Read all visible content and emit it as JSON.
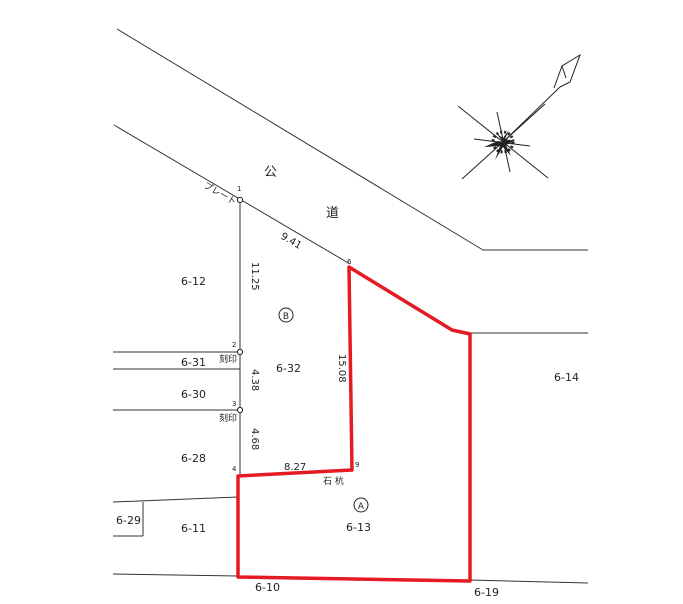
{
  "road": {
    "char1": "公",
    "char2": "道"
  },
  "markers": {
    "plate": "プレート",
    "stake": "石 杭",
    "seal2": "刻印",
    "seal3": "刻印"
  },
  "dimensions": {
    "d_9_41": "9.41",
    "d_11_25": "11.25",
    "d_4_38": "4.38",
    "d_4_68": "4.68",
    "d_15_08": "15.08",
    "d_8_27": "8.27"
  },
  "points": {
    "p1": "1",
    "p2": "2",
    "p3": "3",
    "p4": "4",
    "p6": "6",
    "p9": "9"
  },
  "parcels": {
    "p6_12": "6-12",
    "p6_31": "6-31",
    "p6_30": "6-30",
    "p6_28": "6-28",
    "p6_29": "6-29",
    "p6_11": "6-11",
    "p6_10": "6-10",
    "p6_32": "6-32",
    "p6_13": "6-13",
    "p6_14": "6-14",
    "p6_19": "6-19"
  },
  "circle_labels": {
    "a": "A",
    "b": "B"
  },
  "colors": {
    "boundary": "#e41b23",
    "line": "#333333"
  }
}
